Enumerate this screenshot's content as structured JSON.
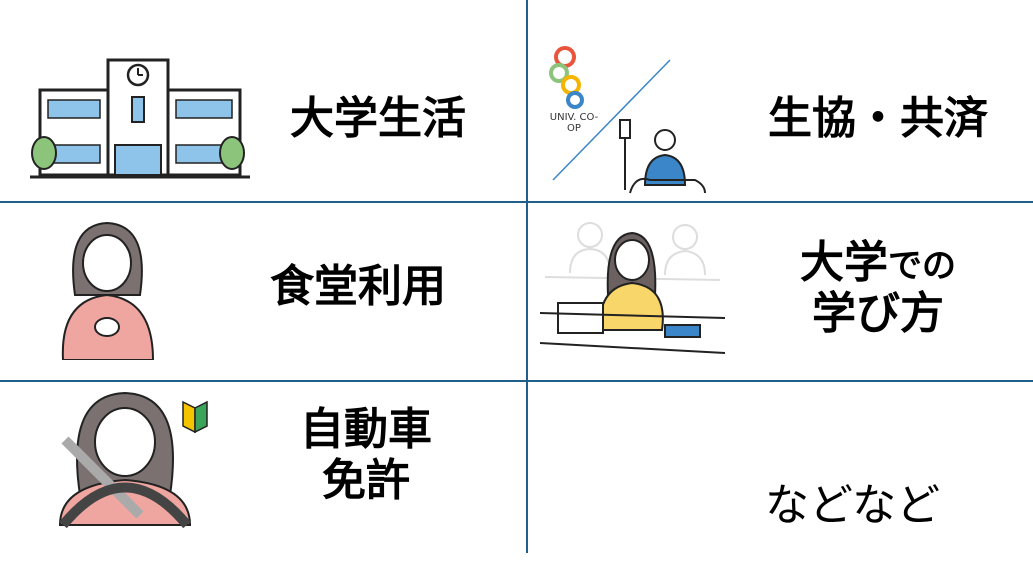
{
  "cells": [
    {
      "label": "大学生活",
      "icon": "school-building-icon"
    },
    {
      "label": "生協・共済",
      "icon": "coop-hospital-icon",
      "logo_text": "UNIV. CO-OP"
    },
    {
      "label": "食堂利用",
      "icon": "woman-eating-icon"
    },
    {
      "label_line1_a": "大学",
      "label_line1_b": "での",
      "label_line2": "学び方",
      "icon": "student-laptop-icon"
    },
    {
      "label_line1": "自動車",
      "label_line2": "免許",
      "icon": "driver-beginner-icon"
    },
    {
      "label": "などなど"
    }
  ],
  "colors": {
    "grid": "#1f5f8b",
    "blue": "#3a86c8",
    "yellow": "#f9d66a",
    "pink": "#f0a6a0",
    "green": "#8bc47a"
  }
}
